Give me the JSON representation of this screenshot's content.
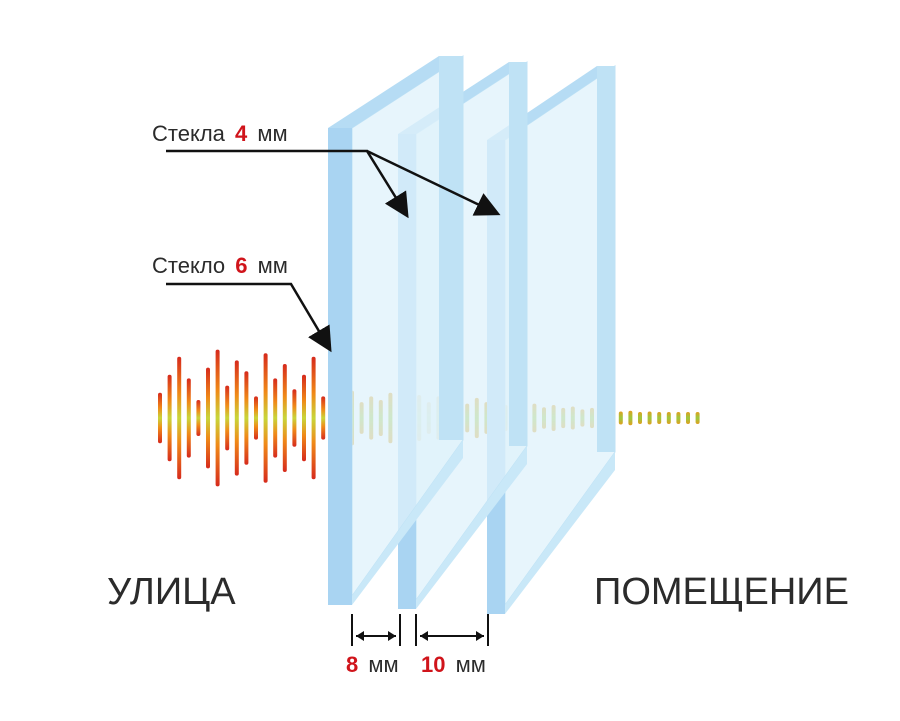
{
  "labels": {
    "glass4": {
      "prefix": "Стекла",
      "value": "4",
      "unit": "мм"
    },
    "glass6": {
      "prefix": "Стекло",
      "value": "6",
      "unit": "мм"
    },
    "street": "УЛИЦА",
    "room": "ПОМЕЩЕНИЕ",
    "gap1": {
      "value": "8",
      "unit": "мм"
    },
    "gap2": {
      "value": "10",
      "unit": "мм"
    }
  },
  "colors": {
    "accent": "#d0141b",
    "text": "#2b2b2b",
    "glass_face": "#dff2fb",
    "glass_edge": "#a9d4f2",
    "wave_loud": "#d62a1c",
    "wave_mid": "#f08a18",
    "wave_quiet": "#9cc93e"
  },
  "panes": [
    {
      "name": "pane-outer",
      "thickness_mm": 6
    },
    {
      "name": "pane-middle",
      "thickness_mm": 4
    },
    {
      "name": "pane-inner",
      "thickness_mm": 4
    }
  ],
  "gaps_mm": [
    8,
    10
  ],
  "sound_wave": {
    "amplitudes": [
      0.35,
      0.6,
      0.85,
      0.55,
      0.25,
      0.7,
      0.95,
      0.45,
      0.8,
      0.65,
      0.3,
      0.9,
      0.55,
      0.75,
      0.4,
      0.6,
      0.85,
      0.3,
      0.45,
      0.3,
      0.38,
      0.22,
      0.3,
      0.25,
      0.35,
      0.2,
      0.28,
      0.32,
      0.22,
      0.3,
      0.25,
      0.3,
      0.2,
      0.28,
      0.22,
      0.25,
      0.18,
      0.22,
      0.16,
      0.2,
      0.15,
      0.18,
      0.14,
      0.16,
      0.12,
      0.14,
      0.1,
      0.12,
      0.09,
      0.1,
      0.08,
      0.09,
      0.07,
      0.08,
      0.06,
      0.07,
      0.05
    ]
  }
}
